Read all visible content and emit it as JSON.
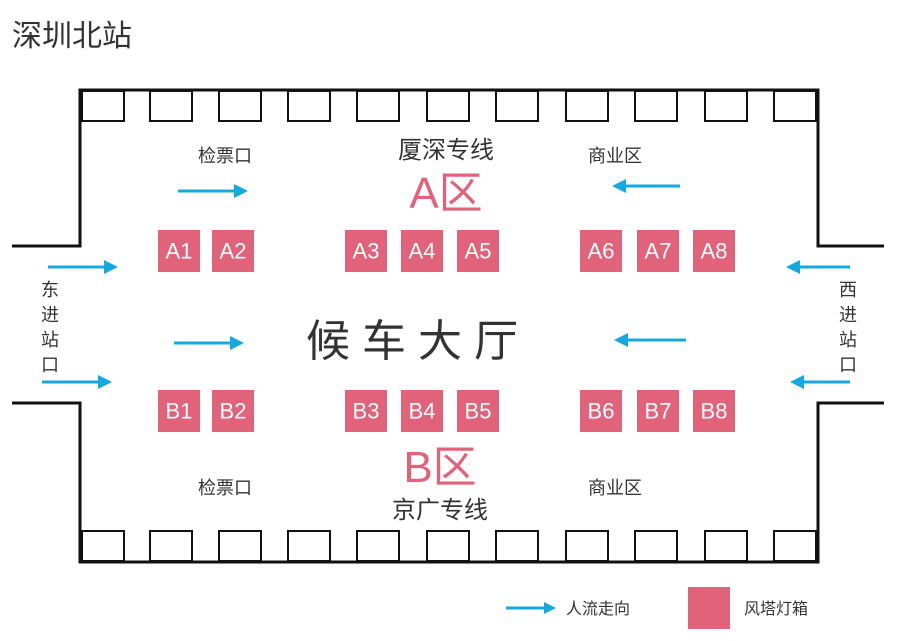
{
  "title": "深圳北站",
  "hall_label": "候车大厅",
  "zone_a": {
    "title": "A区",
    "line": "厦深专线",
    "checkin": "检票口",
    "commerce": "商业区"
  },
  "zone_b": {
    "title": "B区",
    "line": "京广专线",
    "checkin": "检票口",
    "commerce": "商业区"
  },
  "east_entrance": [
    "东",
    "进",
    "站",
    "口"
  ],
  "west_entrance": [
    "西",
    "进",
    "站",
    "口"
  ],
  "boxes_a": [
    "A1",
    "A2",
    "A3",
    "A4",
    "A5",
    "A6",
    "A7",
    "A8"
  ],
  "boxes_b": [
    "B1",
    "B2",
    "B3",
    "B4",
    "B5",
    "B6",
    "B7",
    "B8"
  ],
  "legend": {
    "flow_label": "人流走向",
    "box_label": "风塔灯箱"
  },
  "colors": {
    "box": "#e0637a",
    "arrow": "#16a9e1",
    "wall": "#111111"
  }
}
